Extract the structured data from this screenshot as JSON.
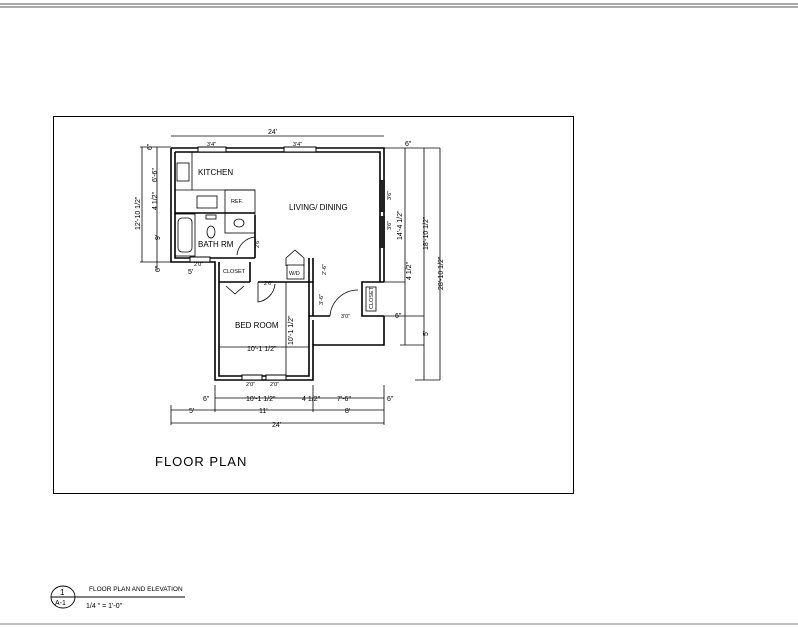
{
  "drawing": {
    "title": "FLOOR PLAN",
    "rooms": {
      "kitchen": "KITCHEN",
      "ref": "REF.",
      "living": "LIVING/ DINING",
      "bath": "BATH RM",
      "closet1": "CLOSET",
      "closet2": "CLOSET",
      "wd": "W/D",
      "bedroom": "BED ROOM"
    },
    "dimensions": {
      "top_overall": "24'",
      "window1": "3'4\"",
      "window2": "3'4\"",
      "top_right": "6\"",
      "left_overall": "12'-10 1/2\"",
      "left_a": "6'-6\"",
      "left_b": "4 1/2\"",
      "left_c": "9'",
      "left_top": "6\"",
      "left_bottom": "6\"",
      "bath_window": "2'0\"",
      "bath_setback": "5'",
      "bath_door": "2'6\"",
      "bed_door": "2'6\"",
      "wd_a": "2'-6\"",
      "wd_b": "3'-6\"",
      "living_door": "3'0\"",
      "right_a": "14'-4 1/2\"",
      "right_b": "4 1/2\"",
      "right_c": "18'-10 1/2\"",
      "right_overall": "28'-10 1/2\"",
      "right_d": "5'",
      "right_e": "6\"",
      "east_window1": "3'6\"",
      "east_window2": "3'6\"",
      "bed_width": "10'-1 1/2\"",
      "bed_depth": "10'-1 1/2\"",
      "bed_window1": "2'0\"",
      "bed_window2": "2'0\"",
      "bottom_6a": "6\"",
      "bottom_a": "10'-1 1/2\"",
      "bottom_b": "4 1/2\"",
      "bottom_c": "7'-6\"",
      "bottom_6b": "6\"",
      "bottom_5": "5'",
      "bottom_11": "11'",
      "bottom_8": "8'",
      "bottom_overall": "24'"
    }
  },
  "title_block": {
    "detail_number": "1",
    "sheet": "A-1",
    "title": "FLOOR PLAN AND ELEVATION",
    "scale": "1/4 \" = 1'-0\""
  }
}
